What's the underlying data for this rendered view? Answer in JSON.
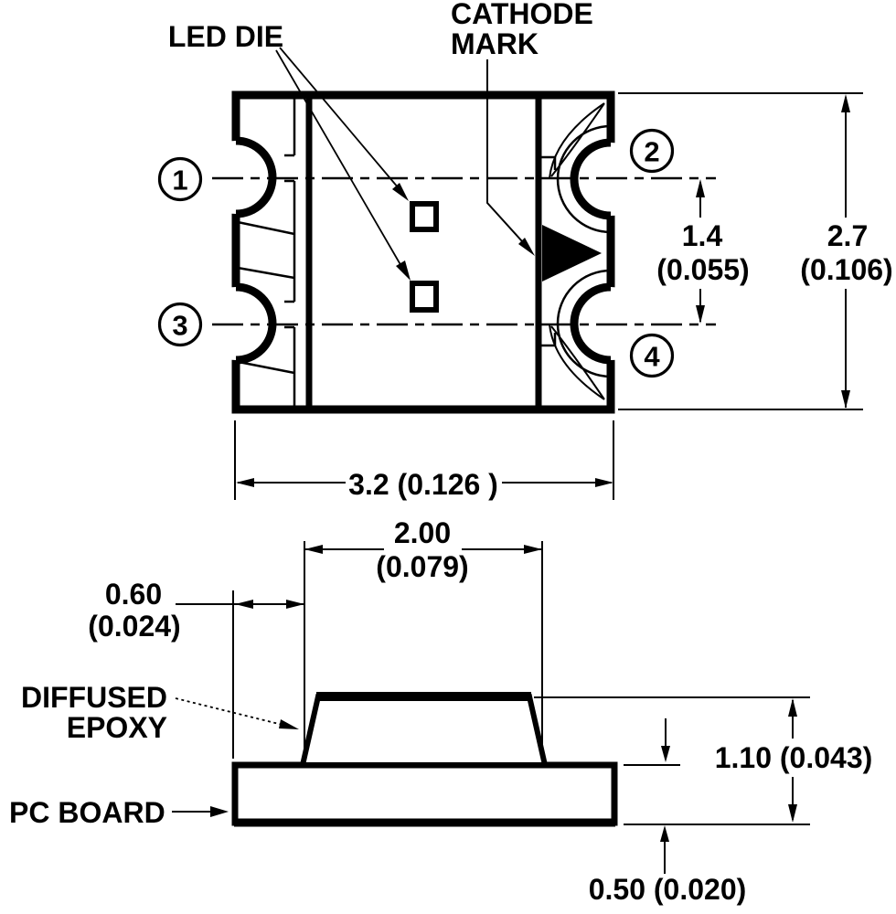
{
  "colors": {
    "ink": "#000000",
    "paper": "#ffffff"
  },
  "top_view": {
    "led_die_label": "LED DIE",
    "cathode_mark_label": [
      "CATHODE",
      "MARK"
    ],
    "pins": [
      "1",
      "2",
      "3",
      "4"
    ],
    "dims": {
      "pad_pitch_mm": "1.4",
      "pad_pitch_inch": "(0.055)",
      "body_height_mm": "2.7",
      "body_height_inch": "(0.106)",
      "body_width": "3.2 (0.126 )"
    }
  },
  "side_view": {
    "diffused_epoxy_label": [
      "DIFFUSED",
      "EPOXY"
    ],
    "pc_board_label": "PC BOARD",
    "dims": {
      "epoxy_base_width_mm": "2.00",
      "epoxy_base_width_inch": "(0.079)",
      "edge_offset_mm": "0.60",
      "edge_offset_inch": "(0.024)",
      "overall_height": "1.10 (0.043)",
      "board_thickness": "0.50 (0.020)"
    }
  }
}
